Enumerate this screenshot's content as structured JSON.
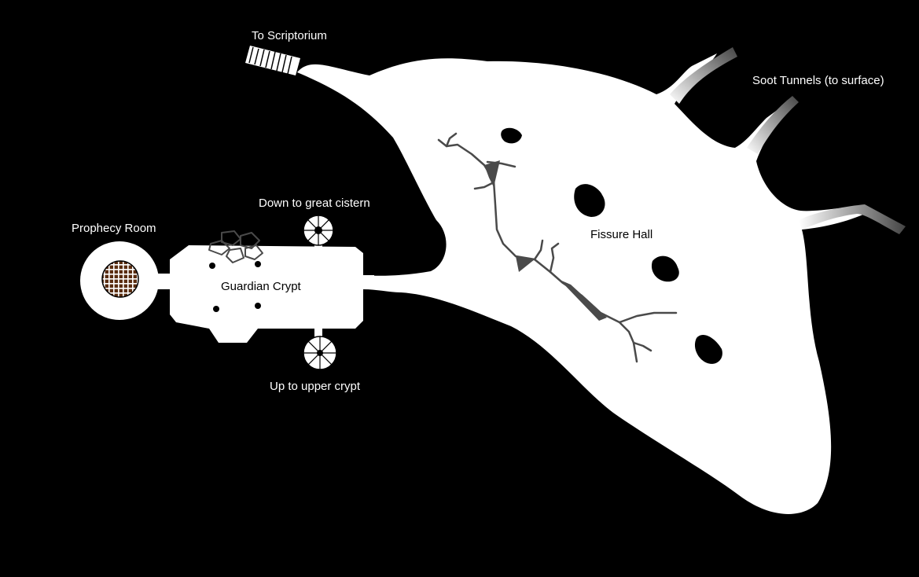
{
  "map": {
    "background_color": "#000000",
    "floor_color": "#ffffff",
    "fissure_color": "#4a4a4a",
    "pit_fill_color": "#5a2d10",
    "labels": {
      "scriptorium": "To Scriptorium",
      "soot_tunnels": "Soot Tunnels (to surface)",
      "down_cistern": "Down to great cistern",
      "prophecy_room": "Prophecy Room",
      "guardian_crypt": "Guardian Crypt",
      "fissure_hall": "Fissure Hall",
      "up_crypt": "Up to upper crypt"
    }
  }
}
